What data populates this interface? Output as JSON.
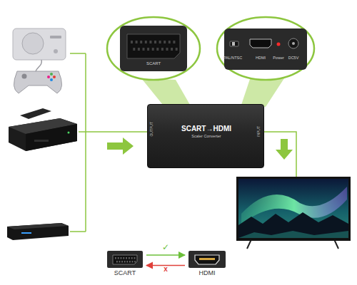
{
  "diagram": {
    "nodes": [
      {
        "text": [
          "SCART"
        ]
      },
      {
        "text": [
          "PAL/NTSC",
          "HDMI",
          "Power",
          "DC5V"
        ]
      },
      {
        "text": [
          "OUTPUT",
          "SCART→HDMI",
          "Scaler Converter",
          "INPUT"
        ]
      },
      {
        "text": [
          "SCART"
        ]
      },
      {
        "text": [
          "HDMI"
        ]
      }
    ],
    "edges": [
      {
        "from": 3,
        "to": 4,
        "arrow": "to",
        "label": "✓"
      },
      {
        "from": 4,
        "to": 3,
        "arrow": "to",
        "label": "x"
      }
    ]
  }
}
